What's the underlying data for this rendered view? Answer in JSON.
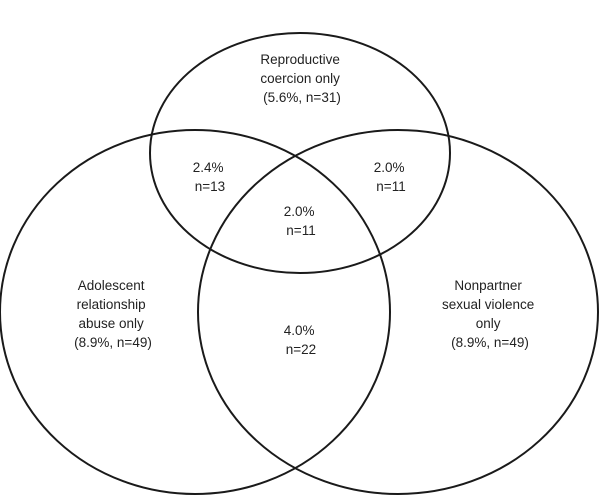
{
  "diagram": {
    "sets": {
      "reproductive_coercion": {
        "label_lines": [
          "Reproductive",
          "coercion only",
          "(5.6%, n=31)"
        ]
      },
      "adolescent_relationship_abuse": {
        "label_lines": [
          "Adolescent",
          "relationship",
          "abuse only",
          "(8.9%, n=49)"
        ]
      },
      "nonpartner_sexual_violence": {
        "label_lines": [
          "Nonpartner",
          "sexual violence",
          "only",
          "(8.9%, n=49)"
        ]
      }
    },
    "intersections": {
      "rc_ara": {
        "percent": "2.4%",
        "count": "n=13"
      },
      "rc_nsv": {
        "percent": "2.0%",
        "count": "n=11"
      },
      "all_three": {
        "percent": "2.0%",
        "count": "n=11"
      },
      "ara_nsv": {
        "percent": "4.0%",
        "count": "n=22"
      }
    },
    "colors": {
      "stroke": "#1a1a1a",
      "text": "#222222",
      "background": "#ffffff"
    }
  }
}
